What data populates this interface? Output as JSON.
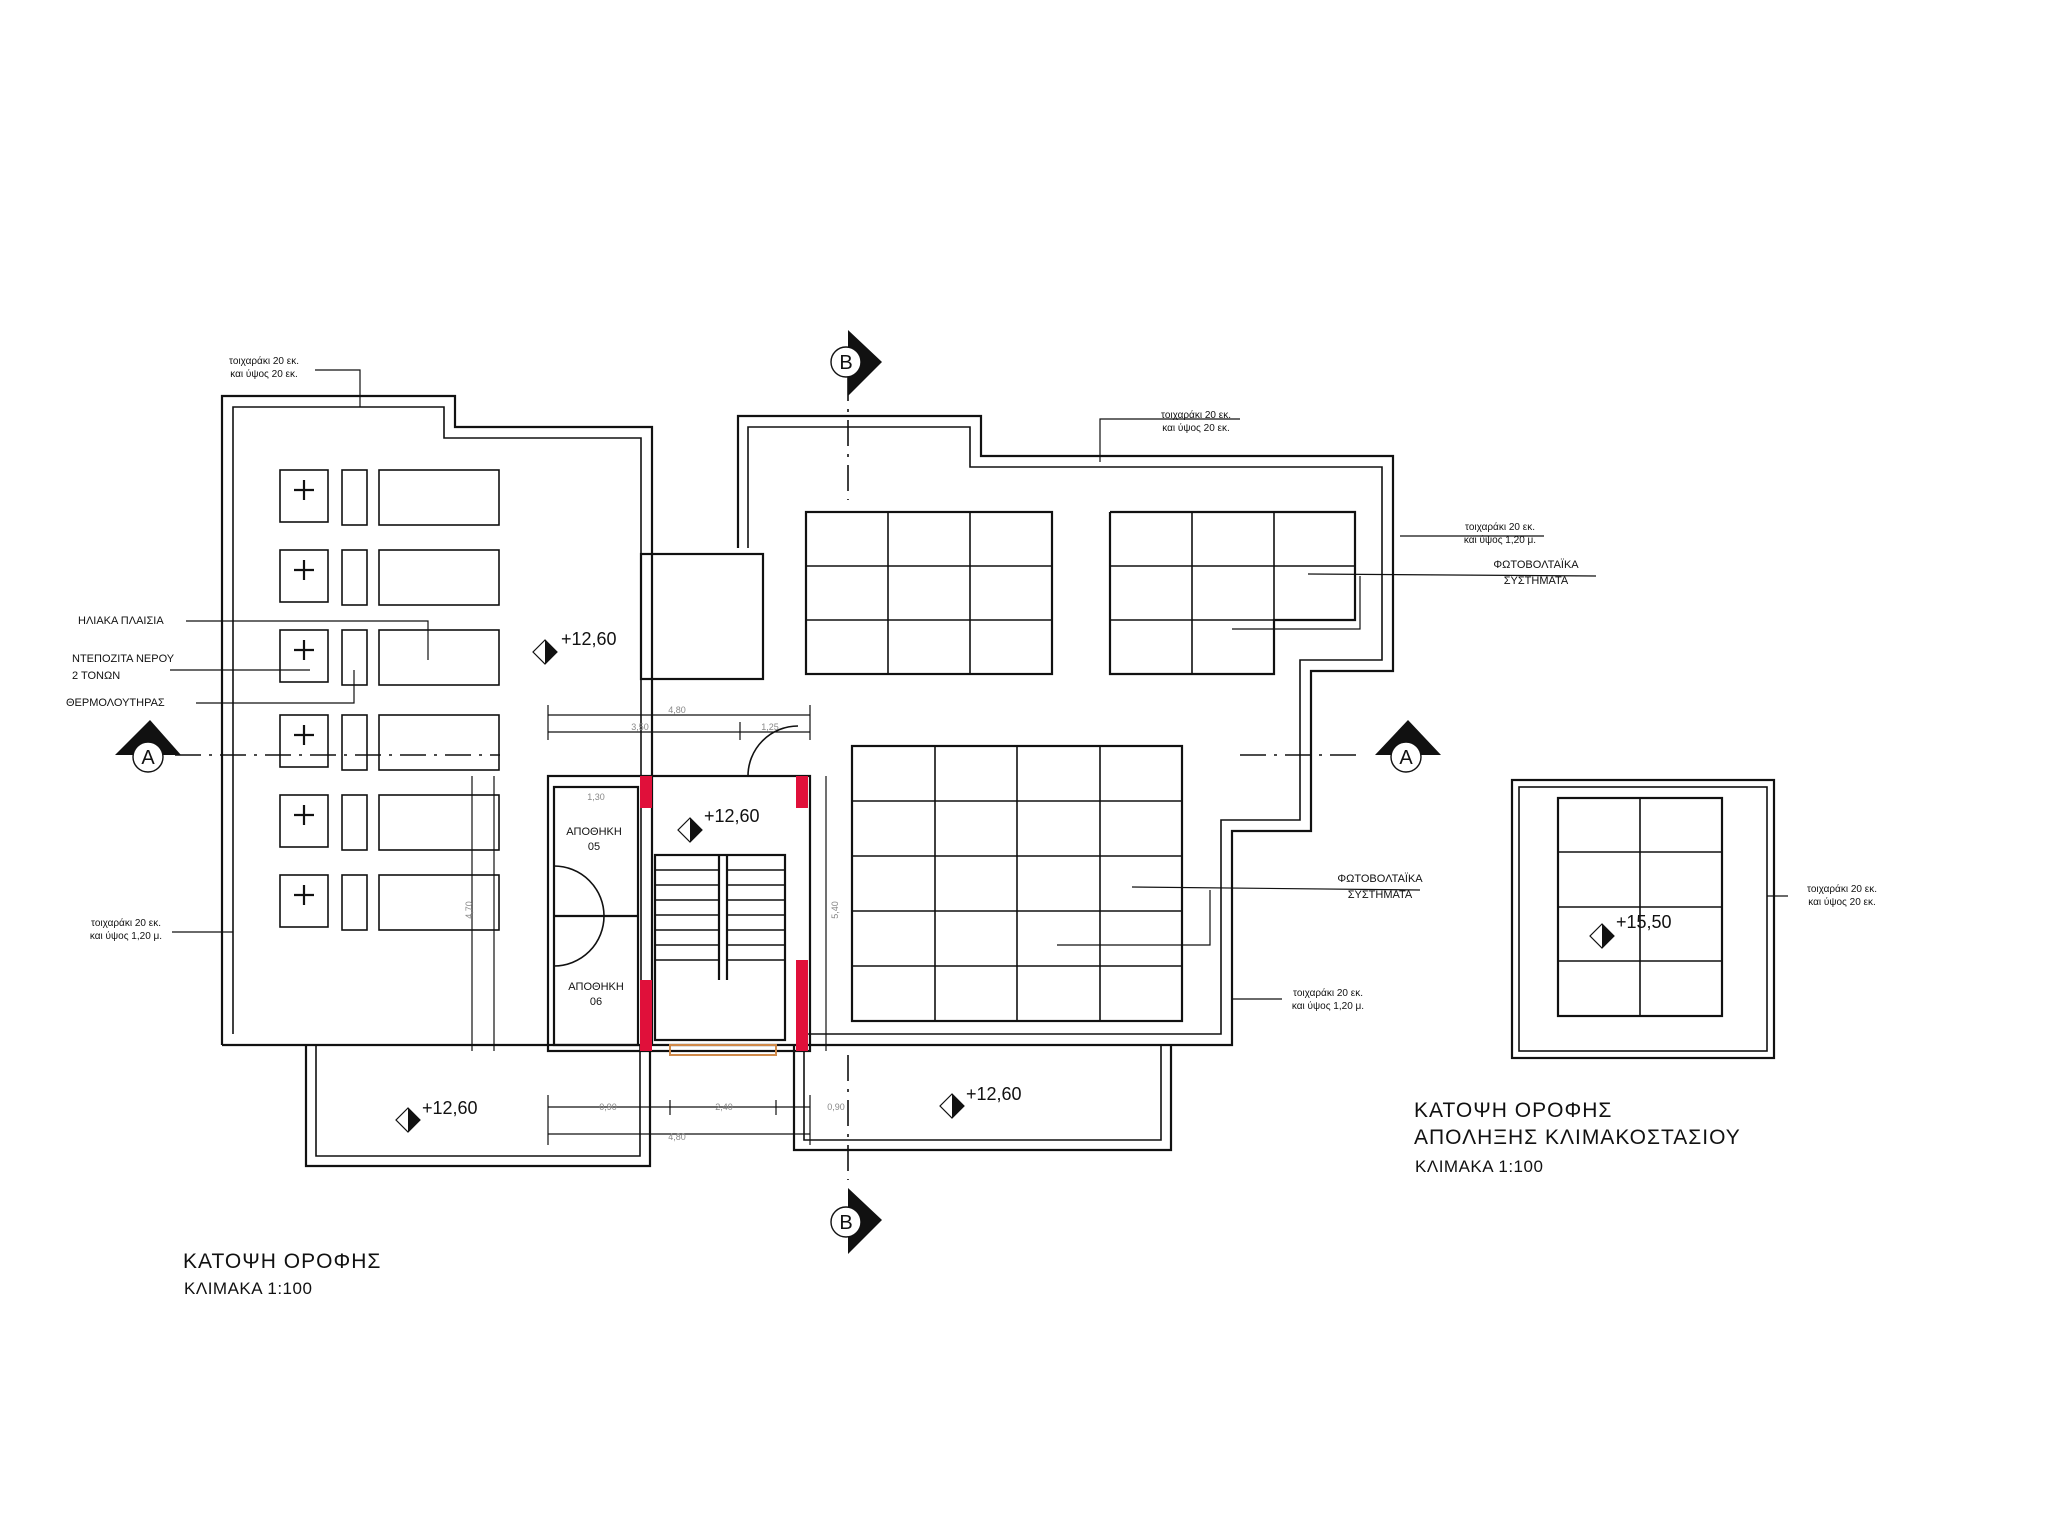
{
  "main_plan": {
    "title": "ΚΑΤΟΨΗ ΟΡΟΦΗΣ",
    "scale": "ΚΛΙΜΑΚΑ   1:100"
  },
  "stair_roof_plan": {
    "title_line1": "ΚΑΤΟΨΗ  ΟΡΟΦΗΣ",
    "title_line2": "ΑΠΟΛΗΞΗΣ ΚΛΙΜΑΚΟΣΤΑΣΙΟΥ",
    "scale": "ΚΛΙΜΑΚΑ   1:100",
    "elevation": "+15,50",
    "parapet_note": [
      "τοιχαράκι 20 εκ.",
      "και ύψος 20 εκ."
    ]
  },
  "elevations": {
    "roof": "+12,60",
    "stair": "+12,60",
    "lower_left": "+12,60",
    "lower_right": "+12,60"
  },
  "labels": {
    "solar_panels": "ΗΛΙΑΚΑ ΠΛΑΙΣΙΑ",
    "water_tank_line1": "ΝΤΕΠΟΖΙΤΑ ΝΕΡΟΥ",
    "water_tank_line2": "2 ΤΟΝΩΝ",
    "water_heater": "ΘΕΡΜΟΛΟΥΤΗΡΑΣ",
    "pv_1_line1": "ΦΩΤΟΒΟΛΤΑΪΚΑ",
    "pv_1_line2": "ΣΥΣΤΗΜΑΤΑ",
    "pv_2_line1": "ΦΩΤΟΒΟΛΤΑΪΚΑ",
    "pv_2_line2": "ΣΥΣΤΗΜΑΤΑ",
    "storage_05_line1": "ΑΠΟΘΗΚΗ",
    "storage_05_line2": "05",
    "storage_06_line1": "ΑΠΟΘΗΚΗ",
    "storage_06_line2": "06"
  },
  "parapet_notes": {
    "top_left": [
      "τοιχαράκι 20 εκ.",
      "και ύψος 20 εκ."
    ],
    "top_right": [
      "τοιχαράκι 20 εκ.",
      "και ύψος 20 εκ."
    ],
    "right": [
      "τοιχαράκι 20 εκ.",
      "και ύψος 1,20 μ."
    ],
    "left": [
      "τοιχαράκι 20 εκ.",
      "και ύψος 1,20 μ."
    ],
    "bottom_right": [
      "τοιχαράκι 20 εκ.",
      "και ύψος 1,20 μ."
    ]
  },
  "section_markers": {
    "a_left": "A",
    "a_right": "A",
    "b_top": "B",
    "b_bottom": "B"
  },
  "dimensions": {
    "top_total": "4,80",
    "top_left": "3,50",
    "top_right": "1,25",
    "storage_width": "1,30",
    "bottom_left": "0,90",
    "bottom_mid": "2,40",
    "bottom_right": "0,90",
    "bottom_total": "4,80",
    "vertical_left": "4,70",
    "vertical_right": "5,40"
  },
  "colors": {
    "line": "#111111",
    "column_fill": "#e0103a",
    "door": "#d08a4a"
  }
}
